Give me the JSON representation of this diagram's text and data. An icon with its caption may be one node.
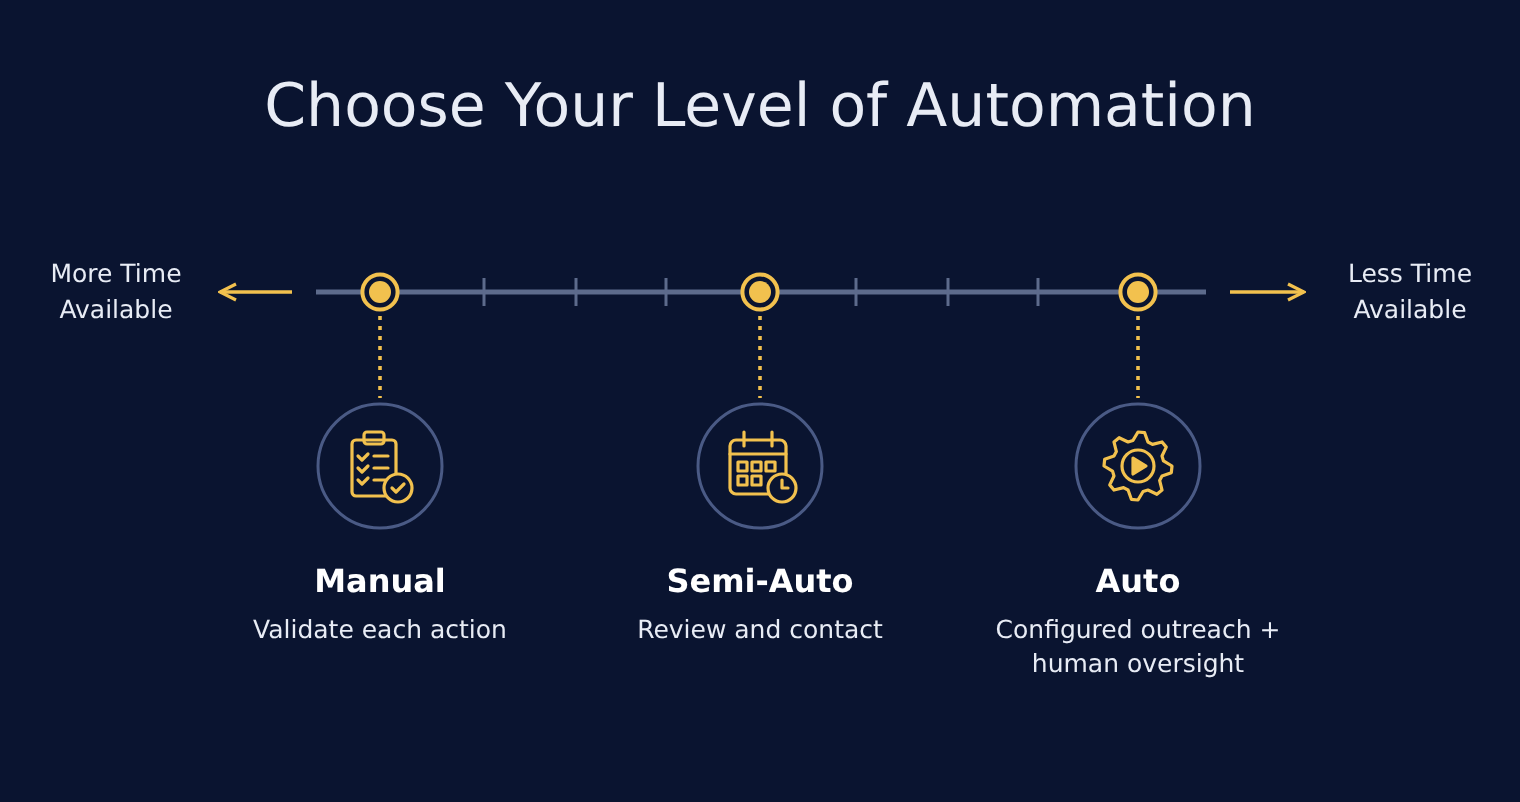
{
  "diagram": {
    "title": "Choose Your Level of Automation",
    "nodes": [
      {
        "text": [
          "More Time Available"
        ]
      },
      {
        "text": [
          "Less Time Available"
        ]
      },
      {
        "text": [],
        "shape": "circle"
      },
      {
        "text": [],
        "shape": "circle"
      },
      {
        "text": [],
        "shape": "circle"
      },
      {
        "text": [
          "Manual",
          "Validate each action"
        ]
      },
      {
        "text": [
          "Semi-Auto",
          "Review and contact"
        ]
      },
      {
        "text": [
          "Auto",
          "Configured outreach + human oversight"
        ]
      }
    ],
    "edges": [
      {
        "from": null,
        "to": 0,
        "arrow": "to"
      },
      {
        "from": null,
        "to": 1,
        "arrow": "to"
      },
      {
        "from": 2,
        "to": 5,
        "arrow": "none",
        "style": "dashed"
      },
      {
        "from": 3,
        "to": 6,
        "arrow": "none",
        "style": "dashed"
      },
      {
        "from": 4,
        "to": 7,
        "arrow": "none",
        "style": "dashed"
      }
    ]
  }
}
